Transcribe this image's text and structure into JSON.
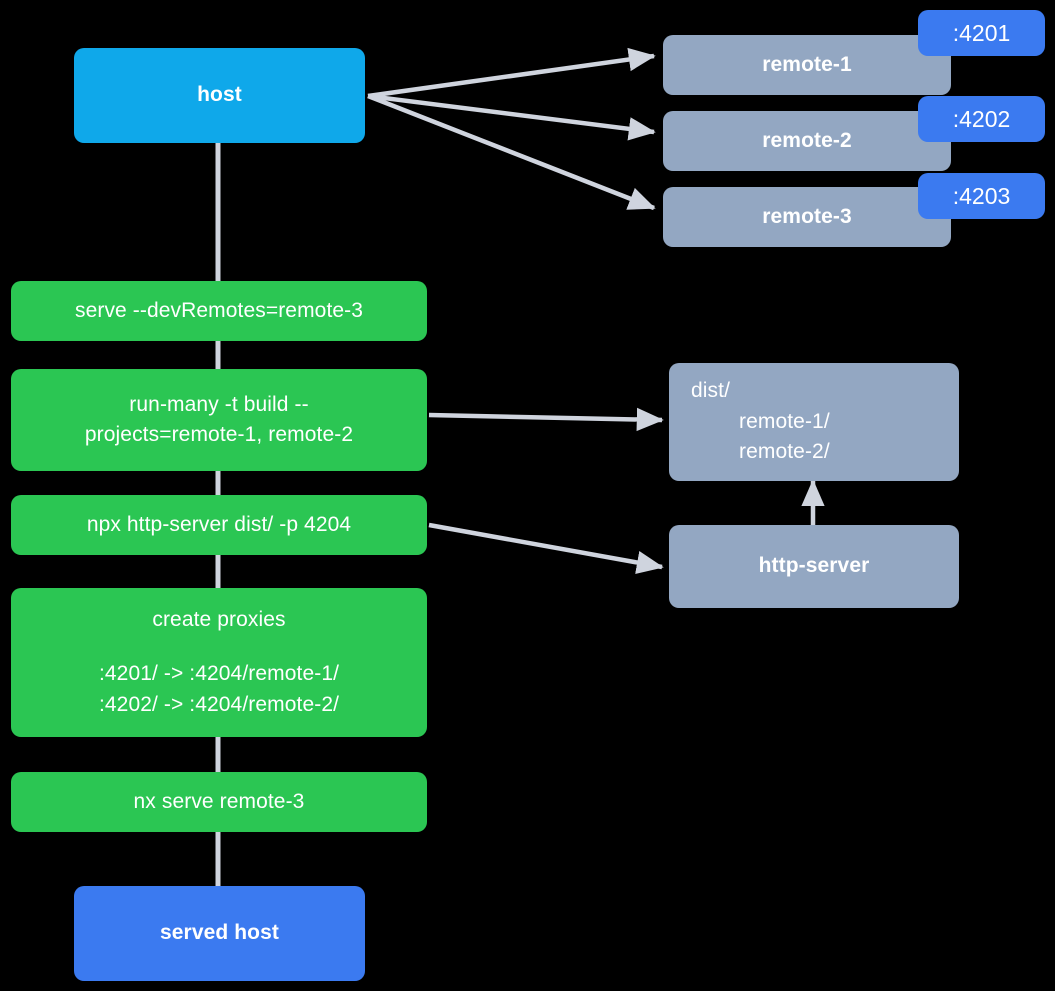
{
  "diagram": {
    "title": "Nx module federation host and remotes serve flow",
    "background_color": "#000000",
    "edge_color": "#CFD4DE",
    "colors": {
      "host": "#0FA8EA",
      "remote": "#93A7C2",
      "command": "#2BC653",
      "accent_blue": "#3B7AF0"
    }
  },
  "nodes": {
    "host": {
      "label": "host"
    },
    "remotes": [
      {
        "label": "remote-1",
        "port": ":4201"
      },
      {
        "label": "remote-2",
        "port": ":4202"
      },
      {
        "label": "remote-3",
        "port": ":4203"
      }
    ],
    "commands": [
      {
        "label": "serve --devRemotes=remote-3"
      },
      {
        "line1": "run-many -t build --",
        "line2": "projects=remote-1, remote-2"
      },
      {
        "label": "npx http-server dist/ -p 4204"
      },
      {
        "title": "create proxies",
        "mapping1": ":4201/ -> :4204/remote-1/",
        "mapping2": ":4202/ -> :4204/remote-2/"
      },
      {
        "label": "nx serve remote-3"
      }
    ],
    "dist": {
      "root": "dist/",
      "child1": "remote-1/",
      "child2": "remote-2/"
    },
    "http_server": {
      "label": "http-server"
    },
    "served_host": {
      "label": "served host"
    }
  }
}
